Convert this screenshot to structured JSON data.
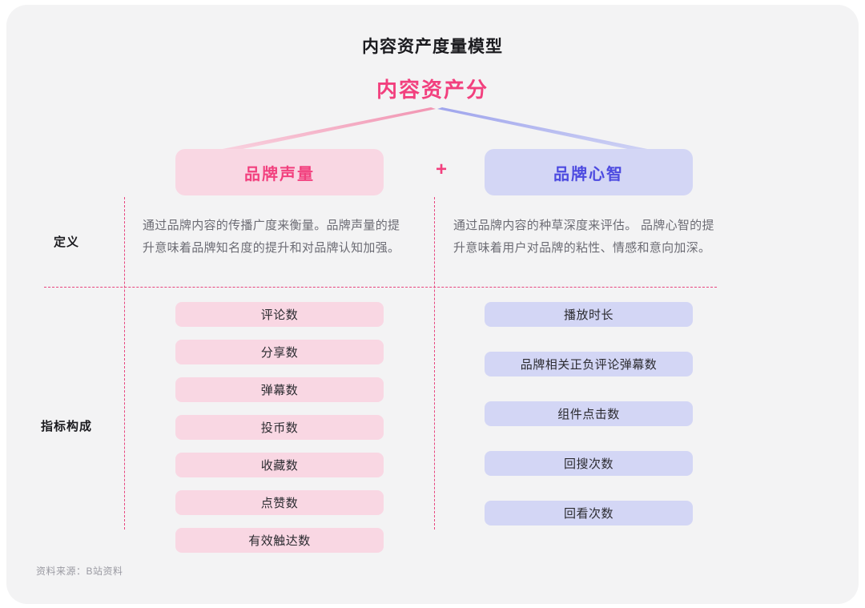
{
  "chart_data": {
    "type": "diagram",
    "title": "内容资产度量模型",
    "root": "内容资产分",
    "operator": "+",
    "row_labels": [
      "定义",
      "指标构成"
    ],
    "branches": [
      {
        "name": "品牌声量",
        "color": "#f2407e",
        "fill": "#f9d7e3",
        "definition": "通过品牌内容的传播广度来衡量。品牌声量的提升意味着品牌知名度的提升和对品牌认知加强。",
        "metrics": [
          "评论数",
          "分享数",
          "弹幕数",
          "投币数",
          "收藏数",
          "点赞数",
          "有效触达数"
        ]
      },
      {
        "name": "品牌心智",
        "color": "#4c4ae0",
        "fill": "#d3d6f5",
        "definition": "通过品牌内容的种草深度来评估。 品牌心智的提升意味着用户对品牌的粘性、情感和意向加深。",
        "metrics": [
          "播放时长",
          "品牌相关正负评论弹幕数",
          "组件点击数",
          "回搜次数",
          "回看次数"
        ]
      }
    ],
    "source": "资料来源：B站资料"
  },
  "header": {
    "chart_title": "内容资产度量模型",
    "score_title": "内容资产分"
  },
  "pillars": {
    "left_label": "品牌声量",
    "right_label": "品牌心智",
    "operator": "+"
  },
  "rows": {
    "definition_label": "定义",
    "metrics_label": "指标构成"
  },
  "definitions": {
    "left": "通过品牌内容的传播广度来衡量。品牌声量的提升意味着品牌知名度的提升和对品牌认知加强。",
    "right": "通过品牌内容的种草深度来评估。 品牌心智的提升意味着用户对品牌的粘性、情感和意向加深。"
  },
  "metrics": {
    "left": [
      "评论数",
      "分享数",
      "弹幕数",
      "投币数",
      "收藏数",
      "点赞数",
      "有效触达数"
    ],
    "right": [
      "播放时长",
      "品牌相关正负评论弹幕数",
      "组件点击数",
      "回搜次数",
      "回看次数"
    ]
  },
  "footer": {
    "source": "资料来源：B站资料"
  },
  "colors": {
    "pink_accent": "#f2407e",
    "pink_fill": "#f9d7e3",
    "blue_accent": "#4c4ae0",
    "blue_fill": "#d3d6f5",
    "card_bg": "#f3f3f4",
    "dash_line": "#e8457e",
    "body_text": "#6c6c74"
  }
}
